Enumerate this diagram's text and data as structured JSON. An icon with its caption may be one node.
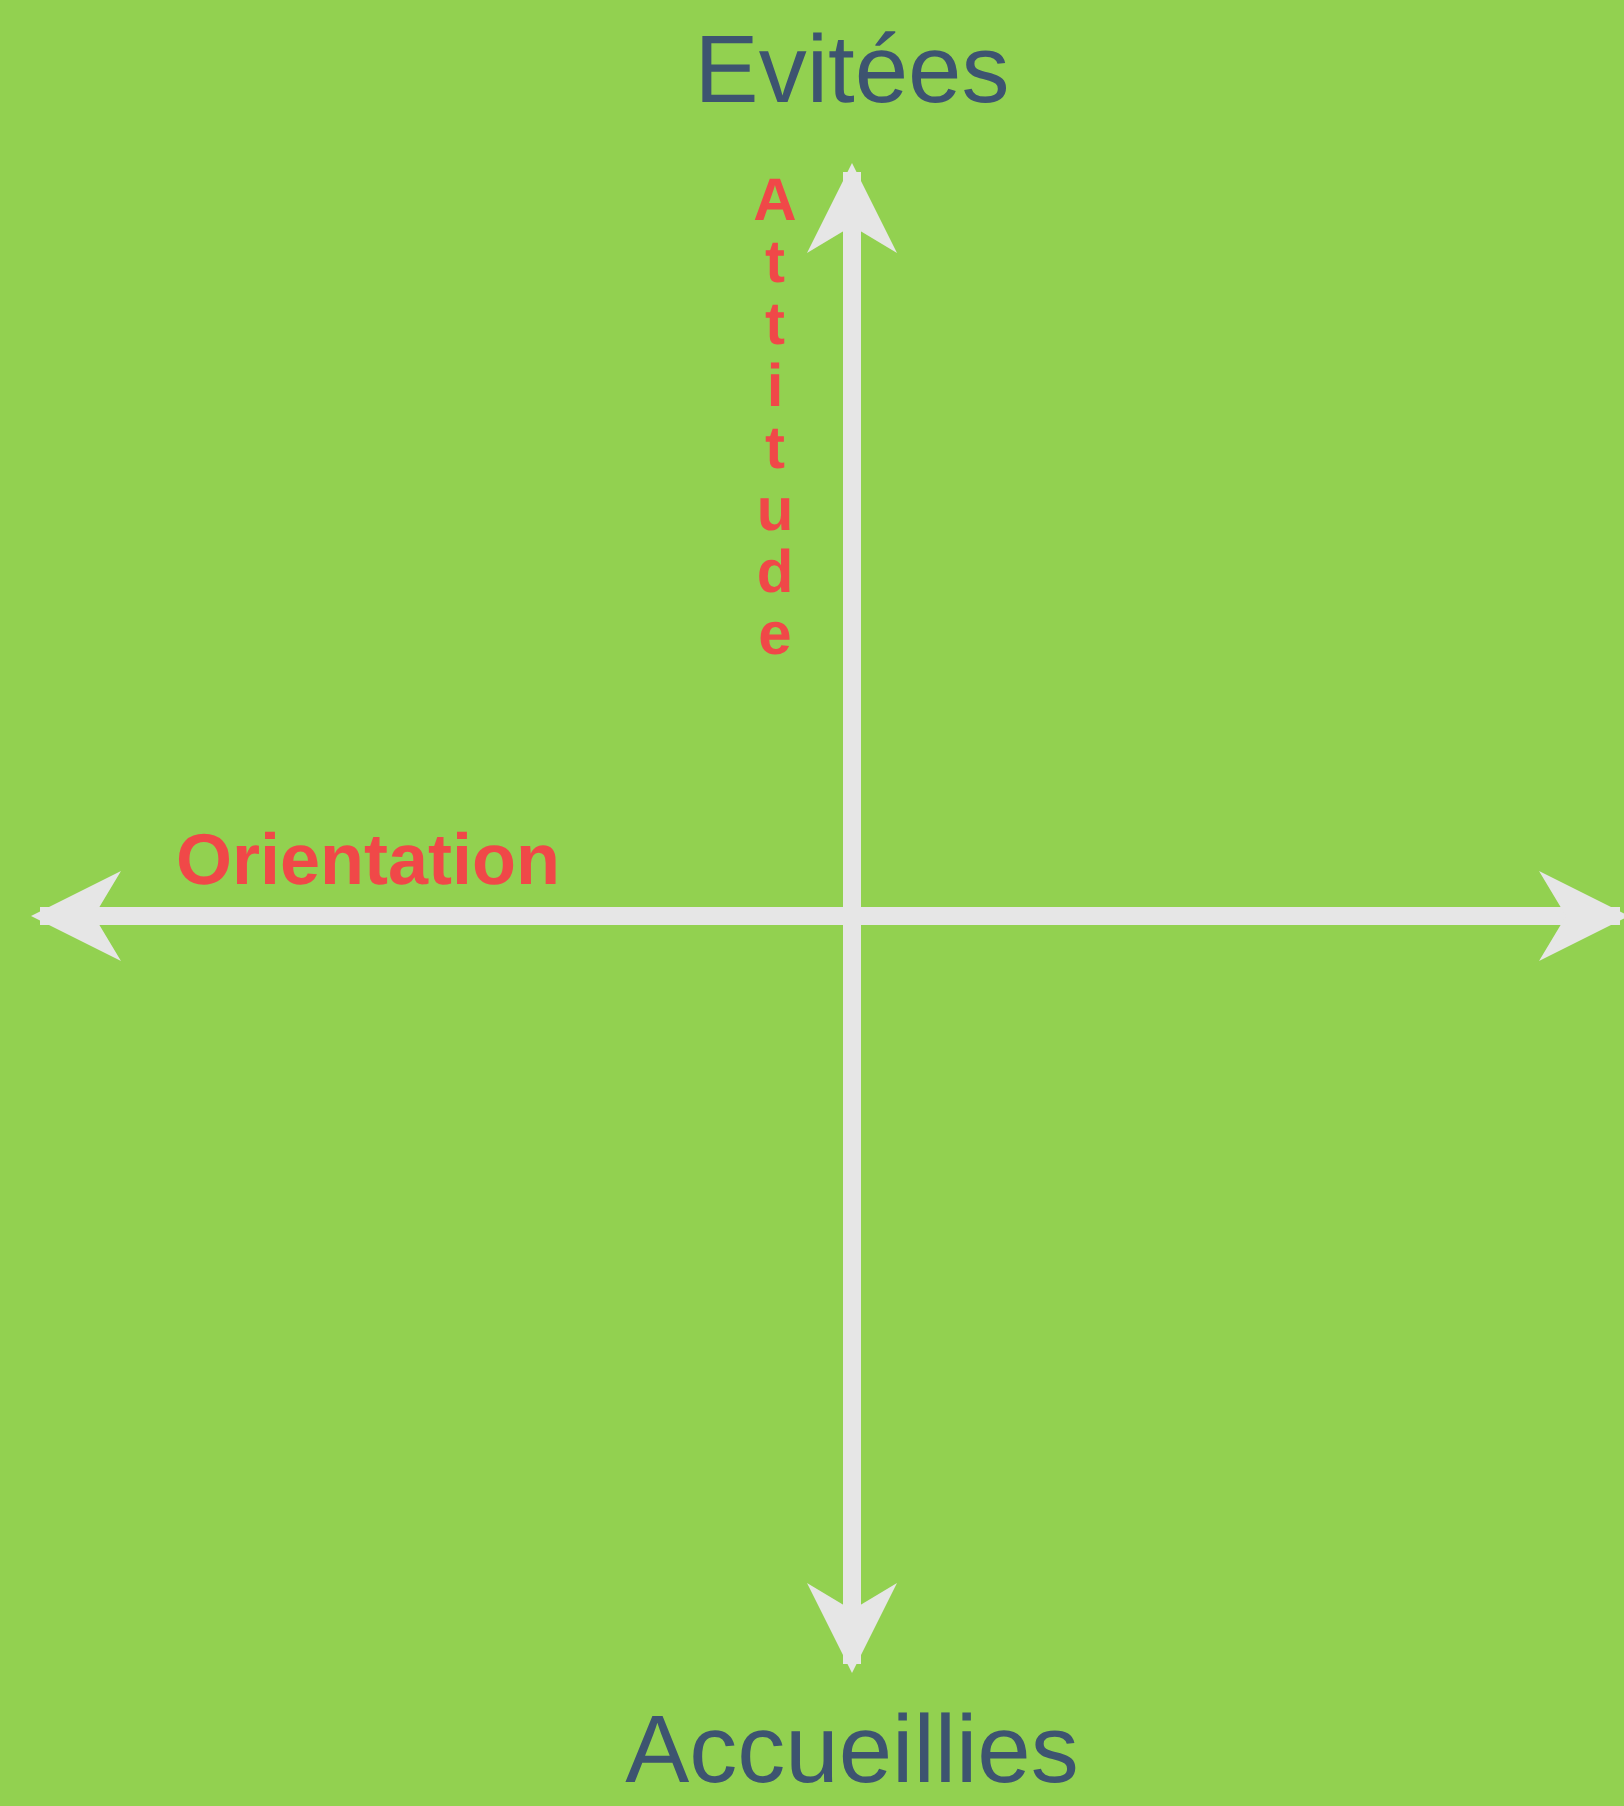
{
  "diagram": {
    "labels": [
      "Evitées",
      "Attitude",
      "Orientation",
      "Accueillies"
    ]
  }
}
